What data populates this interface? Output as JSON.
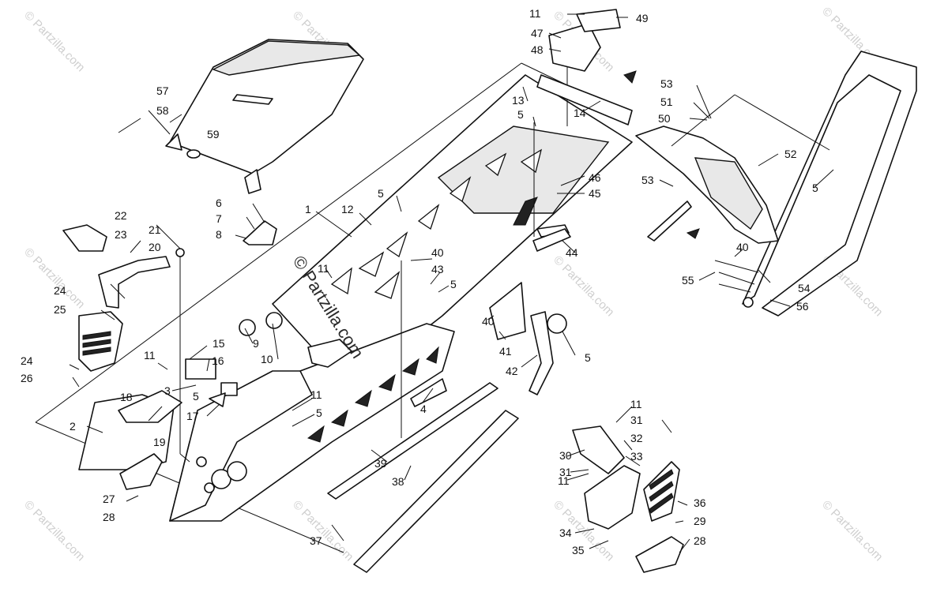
{
  "watermark": {
    "text": "© Partzilla.com",
    "center_text": "© Partzilla.com"
  },
  "callouts": [
    {
      "id": "c1",
      "label": "1"
    },
    {
      "id": "c2",
      "label": "2"
    },
    {
      "id": "c3",
      "label": "3"
    },
    {
      "id": "c4",
      "label": "4"
    },
    {
      "id": "c5a",
      "label": "5"
    },
    {
      "id": "c5b",
      "label": "5"
    },
    {
      "id": "c5c",
      "label": "5"
    },
    {
      "id": "c5d",
      "label": "5"
    },
    {
      "id": "c5e",
      "label": "5"
    },
    {
      "id": "c5f",
      "label": "5"
    },
    {
      "id": "c5g",
      "label": "5"
    },
    {
      "id": "c6",
      "label": "6"
    },
    {
      "id": "c7",
      "label": "7"
    },
    {
      "id": "c8",
      "label": "8"
    },
    {
      "id": "c9",
      "label": "9"
    },
    {
      "id": "c10",
      "label": "10"
    },
    {
      "id": "c11a",
      "label": "11"
    },
    {
      "id": "c11b",
      "label": "11"
    },
    {
      "id": "c11c",
      "label": "11"
    },
    {
      "id": "c11d",
      "label": "11"
    },
    {
      "id": "c11e",
      "label": "11"
    },
    {
      "id": "c11f",
      "label": "11"
    },
    {
      "id": "c12",
      "label": "12"
    },
    {
      "id": "c13",
      "label": "13"
    },
    {
      "id": "c14",
      "label": "14"
    },
    {
      "id": "c15",
      "label": "15"
    },
    {
      "id": "c16",
      "label": "16"
    },
    {
      "id": "c17",
      "label": "17"
    },
    {
      "id": "c18",
      "label": "18"
    },
    {
      "id": "c19",
      "label": "19"
    },
    {
      "id": "c20",
      "label": "20"
    },
    {
      "id": "c21",
      "label": "21"
    },
    {
      "id": "c22",
      "label": "22"
    },
    {
      "id": "c23",
      "label": "23"
    },
    {
      "id": "c24a",
      "label": "24"
    },
    {
      "id": "c24b",
      "label": "24"
    },
    {
      "id": "c25",
      "label": "25"
    },
    {
      "id": "c26",
      "label": "26"
    },
    {
      "id": "c27",
      "label": "27"
    },
    {
      "id": "c28a",
      "label": "28"
    },
    {
      "id": "c28b",
      "label": "28"
    },
    {
      "id": "c29",
      "label": "29"
    },
    {
      "id": "c30",
      "label": "30"
    },
    {
      "id": "c31a",
      "label": "31"
    },
    {
      "id": "c31b",
      "label": "31"
    },
    {
      "id": "c32",
      "label": "32"
    },
    {
      "id": "c33",
      "label": "33"
    },
    {
      "id": "c34",
      "label": "34"
    },
    {
      "id": "c35",
      "label": "35"
    },
    {
      "id": "c36",
      "label": "36"
    },
    {
      "id": "c37",
      "label": "37"
    },
    {
      "id": "c38",
      "label": "38"
    },
    {
      "id": "c39",
      "label": "39"
    },
    {
      "id": "c40a",
      "label": "40"
    },
    {
      "id": "c40b",
      "label": "40"
    },
    {
      "id": "c40c",
      "label": "40"
    },
    {
      "id": "c41",
      "label": "41"
    },
    {
      "id": "c42",
      "label": "42"
    },
    {
      "id": "c43",
      "label": "43"
    },
    {
      "id": "c44",
      "label": "44"
    },
    {
      "id": "c45",
      "label": "45"
    },
    {
      "id": "c46",
      "label": "46"
    },
    {
      "id": "c47",
      "label": "47"
    },
    {
      "id": "c48",
      "label": "48"
    },
    {
      "id": "c49",
      "label": "49"
    },
    {
      "id": "c50",
      "label": "50"
    },
    {
      "id": "c51",
      "label": "51"
    },
    {
      "id": "c52",
      "label": "52"
    },
    {
      "id": "c53a",
      "label": "53"
    },
    {
      "id": "c53b",
      "label": "53"
    },
    {
      "id": "c54",
      "label": "54"
    },
    {
      "id": "c55",
      "label": "55"
    },
    {
      "id": "c56",
      "label": "56"
    },
    {
      "id": "c57",
      "label": "57"
    },
    {
      "id": "c58",
      "label": "58"
    },
    {
      "id": "c59",
      "label": "59"
    }
  ]
}
